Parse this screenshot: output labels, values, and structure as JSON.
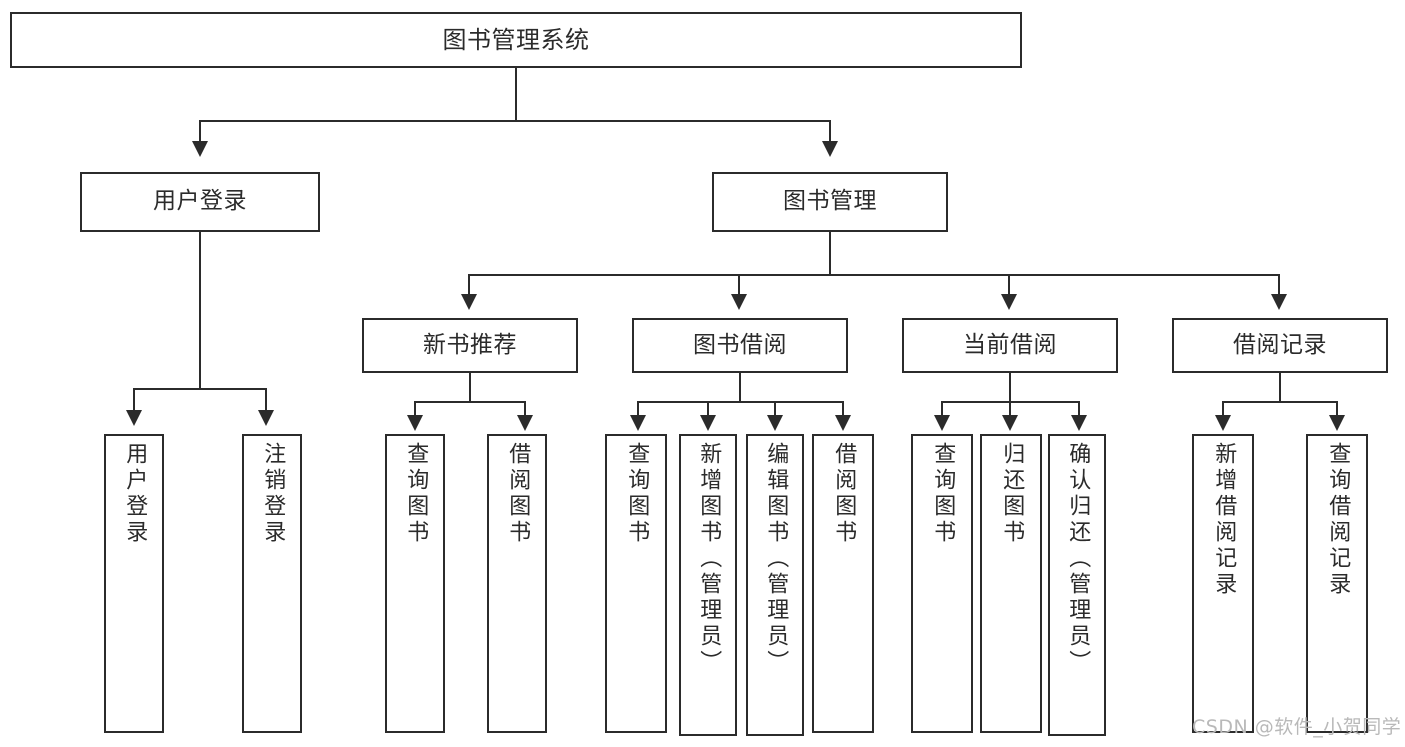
{
  "diagram": {
    "title": "图书管理系统",
    "watermark": "CSDN @软件_小贺同学",
    "line_color": "#2b2b2b",
    "background_color": "#ffffff",
    "watermark_color": "#b9b9b9"
  },
  "nodes": {
    "root": "图书管理系统",
    "level2": {
      "user_login": "用户登录",
      "book_manage": "图书管理"
    },
    "level3": {
      "new_book_recommend": "新书推荐",
      "book_borrow": "图书借阅",
      "current_borrow": "当前借阅",
      "borrow_record": "借阅记录"
    },
    "leaves": {
      "user_login_leaf": "用户登录",
      "logout_leaf": "注销登录",
      "query_book_1": "查询图书",
      "borrow_book_1": "借阅图书",
      "query_book_2": "查询图书",
      "add_book_admin": "新增图书（管理员）",
      "edit_book_admin": "编辑图书（管理员）",
      "borrow_book_2": "借阅图书",
      "query_book_3": "查询图书",
      "return_book": "归还图书",
      "confirm_return_admin": "确认归还（管理员）",
      "add_borrow_record": "新增借阅记录",
      "query_borrow_record": "查询借阅记录"
    }
  },
  "chart_data": {
    "type": "table",
    "title": "图书管理系统 功能结构图",
    "hierarchy": [
      {
        "label": "图书管理系统",
        "level": 1,
        "children": [
          {
            "label": "用户登录",
            "level": 2,
            "children": [
              {
                "label": "用户登录",
                "level": 3,
                "children": []
              },
              {
                "label": "注销登录",
                "level": 3,
                "children": []
              }
            ]
          },
          {
            "label": "图书管理",
            "level": 2,
            "children": [
              {
                "label": "新书推荐",
                "level": 3,
                "children": [
                  {
                    "label": "查询图书",
                    "level": 4,
                    "children": []
                  },
                  {
                    "label": "借阅图书",
                    "level": 4,
                    "children": []
                  }
                ]
              },
              {
                "label": "图书借阅",
                "level": 3,
                "children": [
                  {
                    "label": "查询图书",
                    "level": 4,
                    "children": []
                  },
                  {
                    "label": "新增图书（管理员）",
                    "level": 4,
                    "children": []
                  },
                  {
                    "label": "编辑图书（管理员）",
                    "level": 4,
                    "children": []
                  },
                  {
                    "label": "借阅图书",
                    "level": 4,
                    "children": []
                  }
                ]
              },
              {
                "label": "当前借阅",
                "level": 3,
                "children": [
                  {
                    "label": "查询图书",
                    "level": 4,
                    "children": []
                  },
                  {
                    "label": "归还图书",
                    "level": 4,
                    "children": []
                  },
                  {
                    "label": "确认归还（管理员）",
                    "level": 4,
                    "children": []
                  }
                ]
              },
              {
                "label": "借阅记录",
                "level": 3,
                "children": [
                  {
                    "label": "新增借阅记录",
                    "level": 4,
                    "children": []
                  },
                  {
                    "label": "查询借阅记录",
                    "level": 4,
                    "children": []
                  }
                ]
              }
            ]
          }
        ]
      }
    ]
  }
}
